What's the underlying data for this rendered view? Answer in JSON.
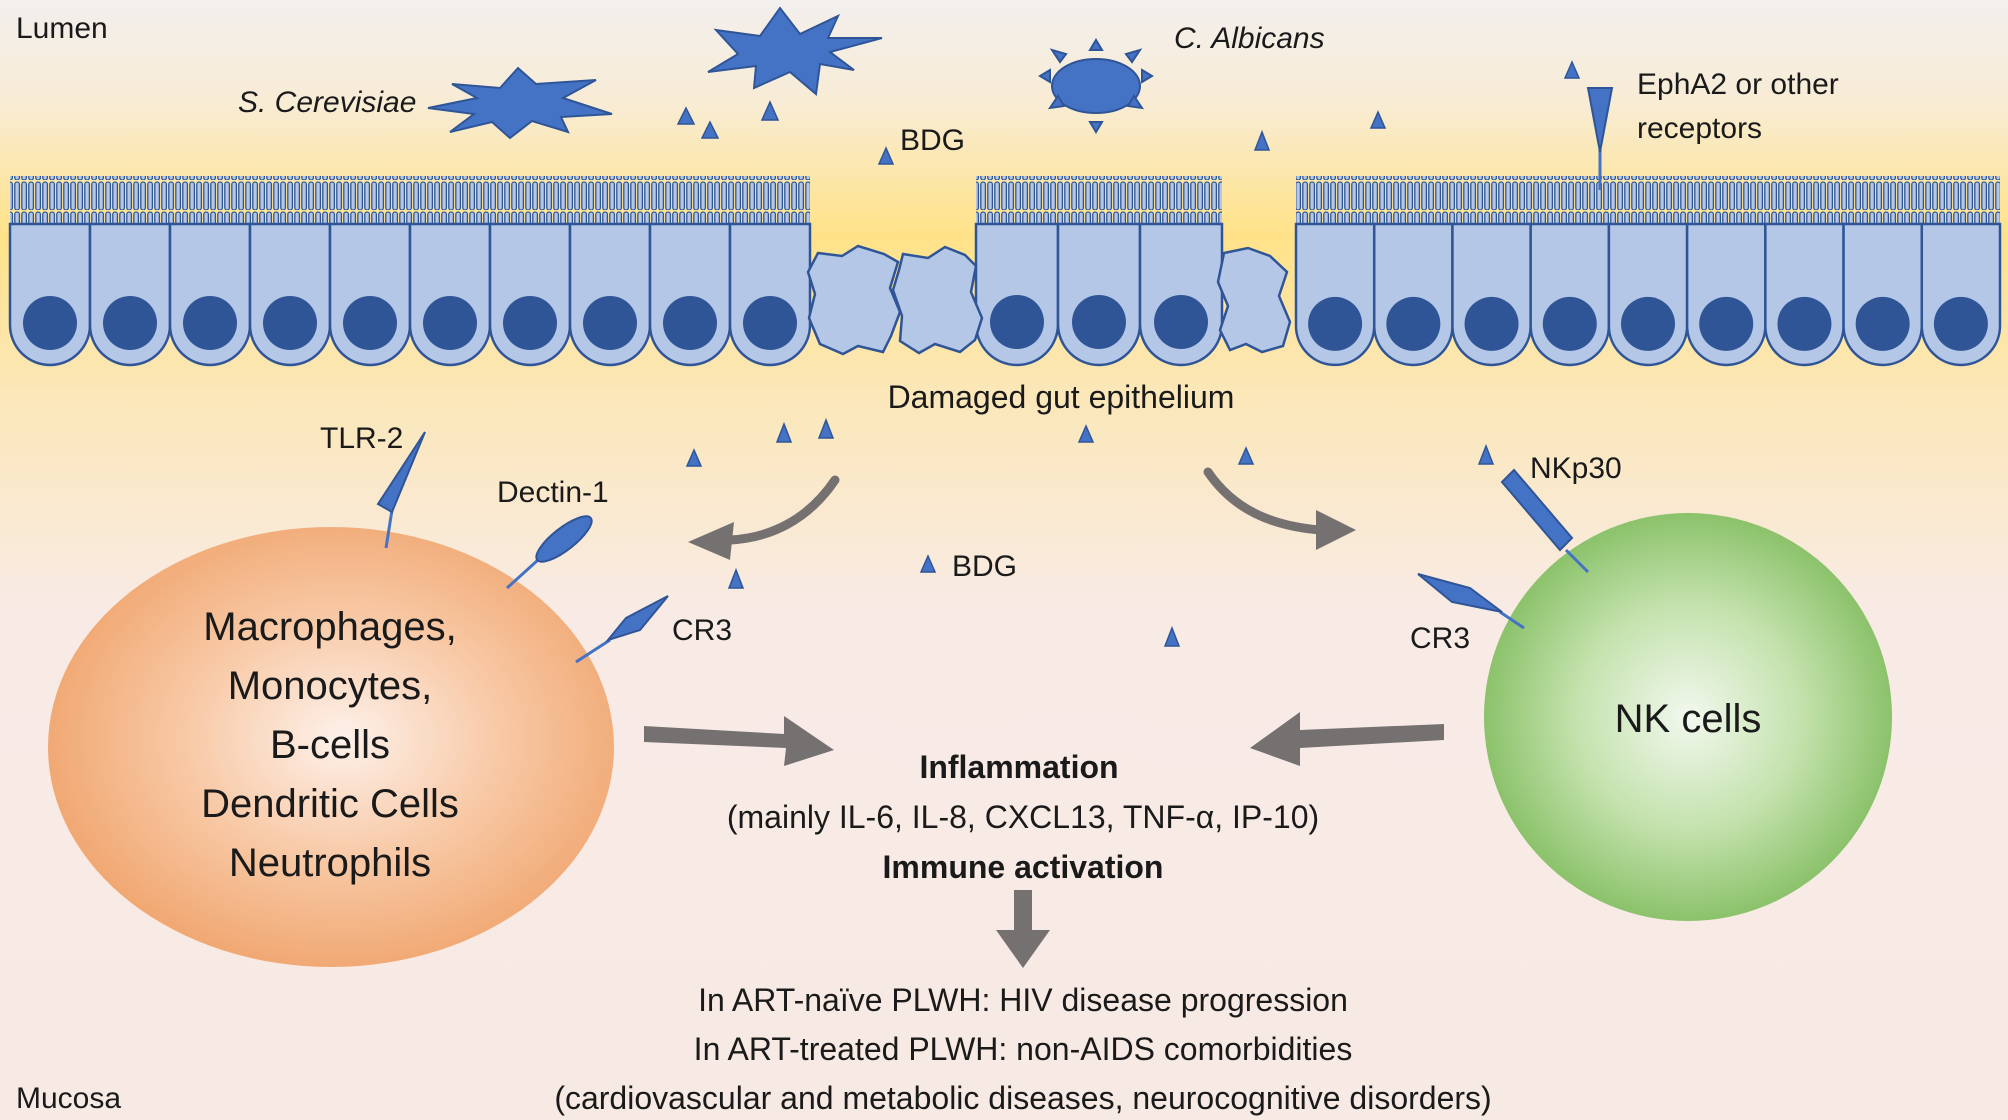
{
  "regions": {
    "lumen": "Lumen",
    "mucosa": "Mucosa"
  },
  "organisms": {
    "s_cerevisiae": "S. Cerevisiae",
    "c_albicans": "C. Albicans"
  },
  "labels": {
    "bdg_top": "BDG",
    "bdg_middle": "BDG",
    "epha2_line1": "EphA2 or other",
    "epha2_line2": "receptors",
    "damaged_epithelium": "Damaged gut epithelium",
    "tlr2": "TLR-2",
    "dectin1": "Dectin-1",
    "cr3_left": "CR3",
    "cr3_right": "CR3",
    "nkp30": "NKp30"
  },
  "myeloid_cells": {
    "lines": [
      "Macrophages,",
      "Monocytes,",
      "B-cells",
      "Dendritic Cells",
      "Neutrophils"
    ]
  },
  "nk_cells": "NK cells",
  "outcome": {
    "inflammation": "Inflammation",
    "cytokines": "(mainly IL-6, IL-8, CXCL13, TNF-α, IP-10)",
    "immune_activation": "Immune activation",
    "line1": "In ART-naïve PLWH: HIV disease progression",
    "line2": "In ART-treated PLWH: non-AIDS comorbidities",
    "line3": "(cardiovascular and metabolic diseases, neurocognitive disorders)"
  },
  "colors": {
    "epithelium_cell": "#b4c7e7",
    "nucleus": "#2f5597",
    "cell_outline": "#2f5597",
    "bdg_triangle": "#4472c4",
    "fungus": "#4472c4",
    "myeloid_cell": "#f4b183",
    "nk_cell": "#a9d18e",
    "arrow": "#767171",
    "epithelium_band": "#ffe699"
  }
}
